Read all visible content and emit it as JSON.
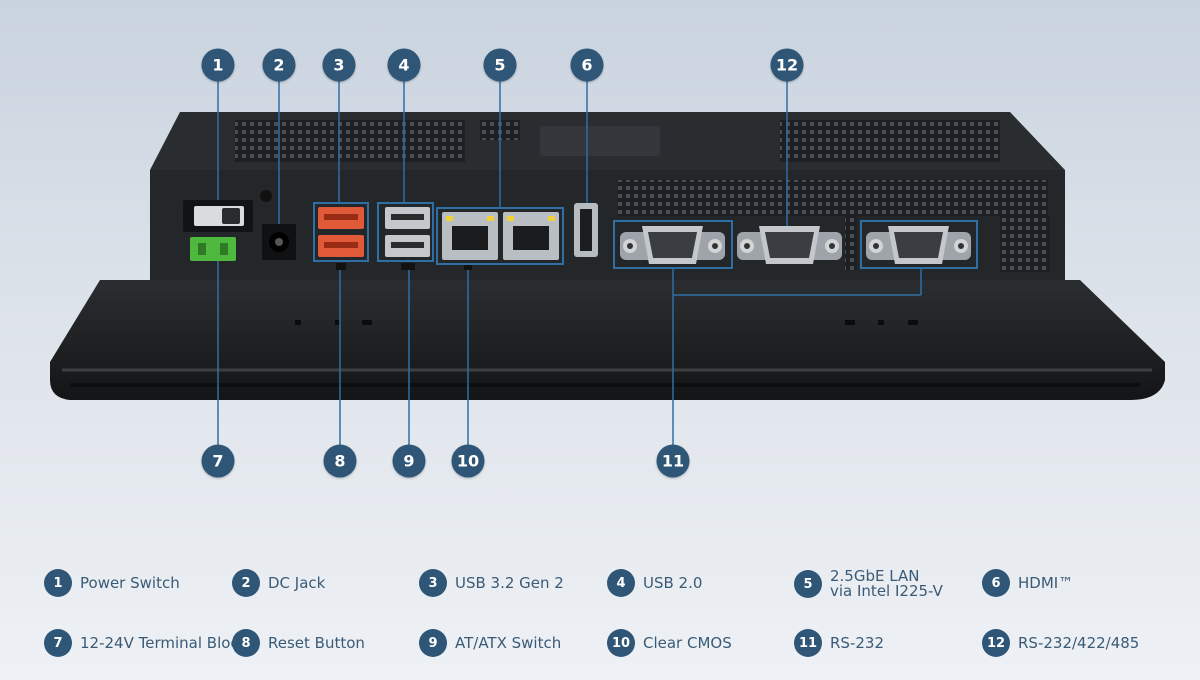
{
  "callouts": [
    {
      "n": "1"
    },
    {
      "n": "2"
    },
    {
      "n": "3"
    },
    {
      "n": "4"
    },
    {
      "n": "5"
    },
    {
      "n": "6"
    },
    {
      "n": "12"
    },
    {
      "n": "7"
    },
    {
      "n": "8"
    },
    {
      "n": "9"
    },
    {
      "n": "10"
    },
    {
      "n": "11"
    }
  ],
  "legend": [
    {
      "n": "1",
      "label": "Power Switch"
    },
    {
      "n": "2",
      "label": "DC Jack"
    },
    {
      "n": "3",
      "label": "USB 3.2 Gen 2"
    },
    {
      "n": "4",
      "label": "USB 2.0"
    },
    {
      "n": "5",
      "label": "2.5GbE LAN\nvia Intel I225-V"
    },
    {
      "n": "6",
      "label": "HDMI™"
    },
    {
      "n": "7",
      "label": "12-24V Terminal Block"
    },
    {
      "n": "8",
      "label": "Reset Button"
    },
    {
      "n": "9",
      "label": "AT/ATX Switch"
    },
    {
      "n": "10",
      "label": "Clear CMOS"
    },
    {
      "n": "11",
      "label": "RS-232"
    },
    {
      "n": "12",
      "label": "RS-232/422/485"
    }
  ],
  "colors": {
    "callout": "#2f5677",
    "leader": "#2f6fa3",
    "legend_text": "#3a5a76"
  },
  "icons": [
    "power-switch-icon",
    "dc-jack-icon",
    "usb-port-icon",
    "lan-port-icon",
    "hdmi-port-icon",
    "db9-serial-icon",
    "terminal-block-icon"
  ]
}
